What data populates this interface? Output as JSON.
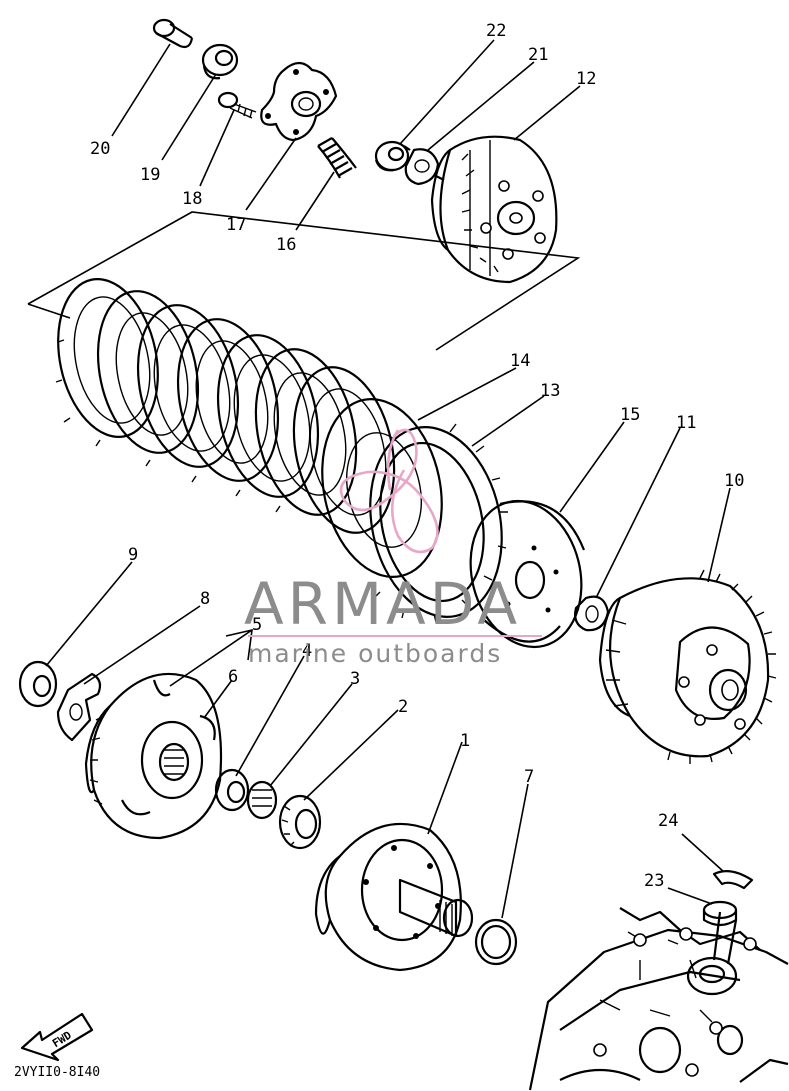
{
  "callouts": [
    {
      "label": "1"
    },
    {
      "label": "2"
    },
    {
      "label": "3"
    },
    {
      "label": "4"
    },
    {
      "label": "5"
    },
    {
      "label": "6"
    },
    {
      "label": "7"
    },
    {
      "label": "8"
    },
    {
      "label": "9"
    },
    {
      "label": "10"
    },
    {
      "label": "11"
    },
    {
      "label": "12"
    },
    {
      "label": "13"
    },
    {
      "label": "14"
    },
    {
      "label": "15"
    },
    {
      "label": "16"
    },
    {
      "label": "17"
    },
    {
      "label": "18"
    },
    {
      "label": "19"
    },
    {
      "label": "20"
    },
    {
      "label": "21"
    },
    {
      "label": "22"
    },
    {
      "label": "23"
    },
    {
      "label": "24"
    }
  ],
  "watermark": {
    "title": "ARMADA",
    "subtitle": "marine outboards",
    "accent_color": "#e8a6c8"
  },
  "diagram_code": "2VYII0-8I40",
  "fwd_label": "FWD"
}
